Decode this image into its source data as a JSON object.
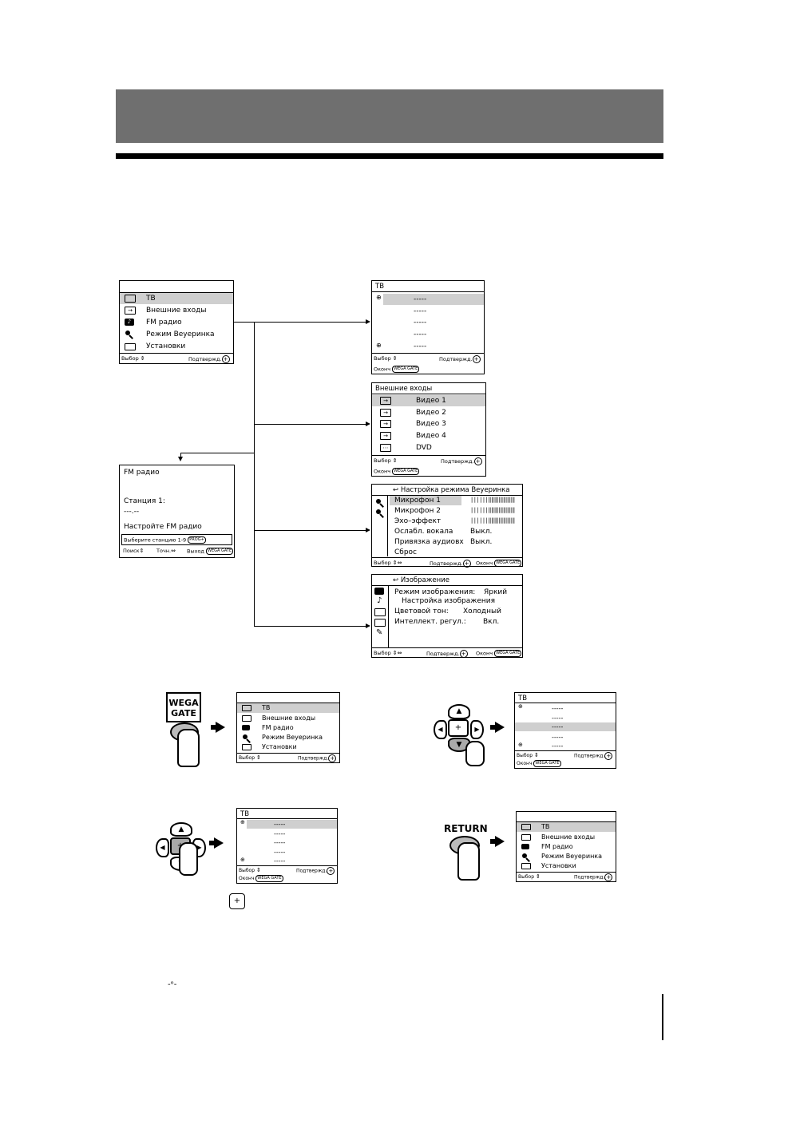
{
  "main_menu": {
    "items": [
      "ТВ",
      "Внешние входы",
      "FM радио",
      "Режим Вeyeринка",
      "Установки"
    ],
    "icons": [
      "tv-icon",
      "input-icon",
      "music-note-icon",
      "microphone-icon",
      "toolbox-icon"
    ],
    "footer_select": "Выбор",
    "footer_confirm": "Подтвержд."
  },
  "tv_menu": {
    "title": "ТВ",
    "channels": [
      "-----",
      "-----",
      "-----",
      "-----",
      "-----"
    ],
    "footer_select": "Выбор",
    "footer_confirm": "Подтвержд.",
    "footer_exit": "Оконч",
    "wega_gate": "WEGA GATE"
  },
  "ext_inputs_menu": {
    "title": "Внешние входы",
    "items": [
      "Видео 1",
      "Видео 2",
      "Видео 3",
      "Видео 4",
      "DVD"
    ],
    "footer_select": "Выбор",
    "footer_confirm": "Подтвержд.",
    "footer_exit": "Оконч",
    "wega_gate": "WEGA GATE"
  },
  "fm_menu": {
    "title": "FM радио",
    "station_label": "Станция 1:",
    "station_value": "---.--",
    "prompt": "Настройте FM радио",
    "select_station": "Выберите станцию 1-9",
    "prog": "PROG+",
    "footer_search": "Поиск",
    "footer_fine": "Точн.",
    "footer_exit": "Выход",
    "wega_gate": "WEGA GATE"
  },
  "party_menu": {
    "title": "Настройка режима Вeyeринка",
    "items": [
      {
        "label": "Микрофон 1",
        "value": "||||||‖‖‖‖‖‖‖‖‖"
      },
      {
        "label": "Микрофон 2",
        "value": "||||||‖‖‖‖‖‖‖‖‖"
      },
      {
        "label": "Эхо–эффект",
        "value": "||||||‖‖‖‖‖‖‖‖‖"
      },
      {
        "label": "Ослабл. вокала",
        "value": "Выкл."
      },
      {
        "label": "Привязка аудиовх",
        "value": "Выкл."
      },
      {
        "label": "Сброс",
        "value": ""
      }
    ],
    "footer_select": "Выбор",
    "footer_confirm": "Подтвержд.",
    "footer_exit": "Оконч",
    "wega_gate": "WEGA GATE"
  },
  "picture_menu": {
    "title": "Изображение",
    "rows": [
      {
        "label": "Режим изображения:",
        "value": "Яркий"
      },
      {
        "label": "Настройка изображения",
        "value": ""
      },
      {
        "label": "Цветовой тон:",
        "value": "Холодный"
      },
      {
        "label": "Интеллект. регул.:",
        "value": "Вкл."
      }
    ],
    "footer_select": "Выбор",
    "footer_confirm": "Подтвержд.",
    "footer_exit": "Оконч",
    "wega_gate": "WEGA GATE"
  },
  "remote": {
    "wega_line1": "WEGA",
    "wega_line2": "GATE",
    "return_label": "RETURN"
  }
}
